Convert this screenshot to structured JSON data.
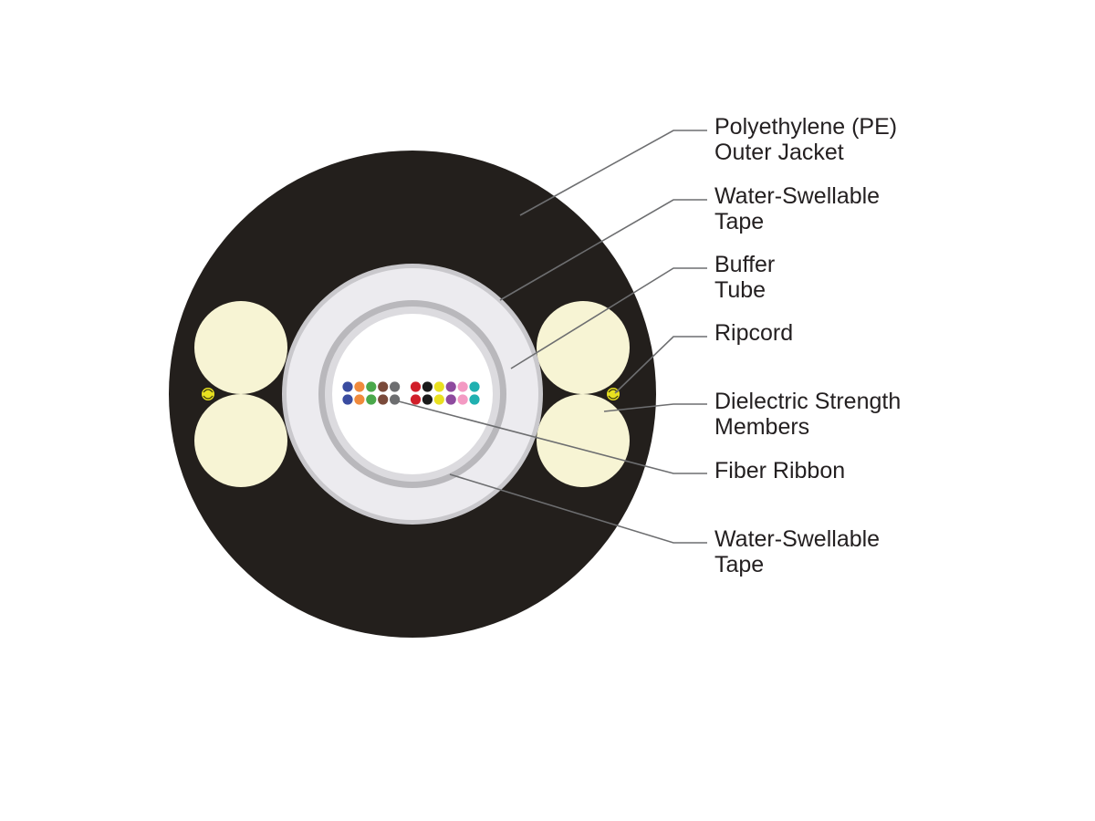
{
  "diagram": {
    "colors": {
      "outer_jacket": "#231f1c",
      "strength_member": "#f7f4d4",
      "buffer_tube": "#ecebef",
      "water_tape": "#b9b8bc",
      "core": "#ffffff",
      "ripcord": "#e8e020",
      "leader_line": "#6d6e70",
      "label_text": "#231f20"
    },
    "fiber_colors": [
      "#3a4ca0",
      "#f08a3c",
      "#4aa84a",
      "#7a4a3a",
      "#6d6e70",
      "#d11f2a",
      "#1a1a1a",
      "#e9e020",
      "#8e4a9e",
      "#f39ac3",
      "#20b0b0"
    ],
    "callouts": [
      {
        "id": "pe-jacket",
        "lines": [
          "Polyethylene (PE)",
          "Outer Jacket"
        ]
      },
      {
        "id": "water-tape-outer",
        "lines": [
          "Water-Swellable",
          "Tape"
        ]
      },
      {
        "id": "buffer-tube",
        "lines": [
          "Buffer",
          "Tube"
        ]
      },
      {
        "id": "ripcord",
        "lines": [
          "Ripcord"
        ]
      },
      {
        "id": "strength-members",
        "lines": [
          "Dielectric Strength",
          "Members"
        ]
      },
      {
        "id": "fiber-ribbon",
        "lines": [
          "Fiber Ribbon"
        ]
      },
      {
        "id": "water-tape-inner",
        "lines": [
          "Water-Swellable",
          "Tape"
        ]
      }
    ]
  }
}
